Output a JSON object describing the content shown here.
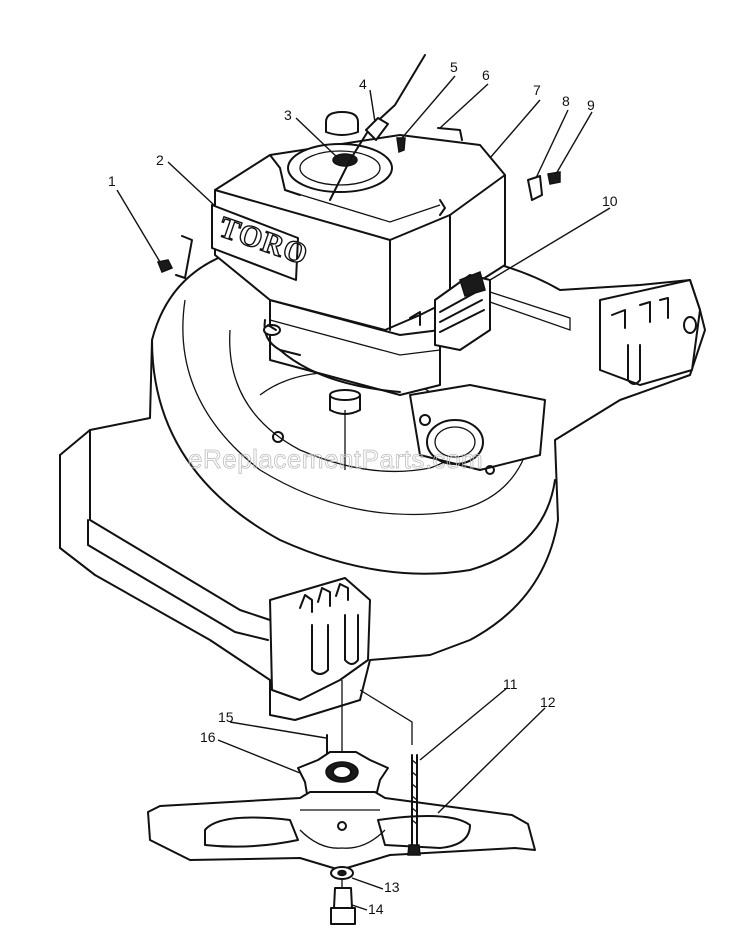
{
  "diagram": {
    "logo_text": "TORO",
    "watermark": "eReplacementParts.com",
    "callouts": [
      "1",
      "2",
      "3",
      "4",
      "5",
      "6",
      "7",
      "8",
      "9",
      "10",
      "11",
      "12",
      "13",
      "14",
      "15",
      "16"
    ],
    "ink_color": "#111111",
    "background_color": "#ffffff"
  }
}
